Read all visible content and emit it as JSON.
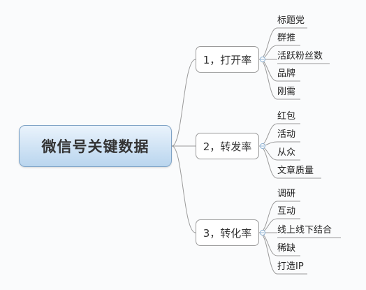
{
  "root": {
    "label": "微信号关键数据"
  },
  "branches": [
    {
      "label": "1，打开率",
      "items": [
        "标题党",
        "群推",
        "活跃粉丝数",
        "品牌",
        "刚需"
      ]
    },
    {
      "label": "2，转发率",
      "items": [
        "红包",
        "活动",
        "从众",
        "文章质量"
      ]
    },
    {
      "label": "3，转化率",
      "items": [
        "调研",
        "互动",
        "线上线下结合",
        "稀缺",
        "打造IP"
      ]
    }
  ],
  "colors": {
    "connector": "#9a9a9a",
    "root_border": "#7fa3c6",
    "collapse_dot": "#8fb3d4"
  }
}
